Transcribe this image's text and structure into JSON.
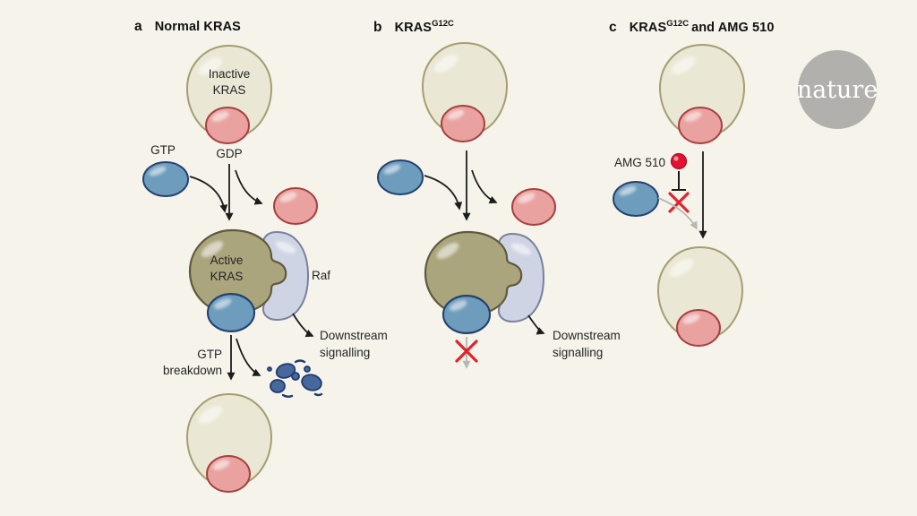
{
  "panels": {
    "a": {
      "letter": "a",
      "title": "Normal KRAS",
      "labels": {
        "inactive1": "Inactive",
        "inactive2": "KRAS",
        "gtp": "GTP",
        "gdp": "GDP",
        "active1": "Active",
        "active2": "KRAS",
        "raf": "Raf",
        "downstream1": "Downstream",
        "downstream2": "signalling",
        "breakdown1": "GTP",
        "breakdown2": "breakdown"
      }
    },
    "b": {
      "letter": "b",
      "title_base": "KRAS",
      "title_sup": "G12C",
      "labels": {
        "downstream1": "Downstream",
        "downstream2": "signalling"
      }
    },
    "c": {
      "letter": "c",
      "title_base": "KRAS",
      "title_sup": "G12C",
      "title_rest": "and AMG 510",
      "labels": {
        "amg": "AMG 510"
      }
    }
  },
  "logo": {
    "text": "nature"
  },
  "palette": {
    "background": "#f5f3ea",
    "membrane_fill": "#eae7d4",
    "membrane_border": "#a49e72",
    "gdp_fill": "#e9a2a0",
    "gdp_border": "#a6403e",
    "gtp_fill": "#6e9cbc",
    "gtp_border": "#24416f",
    "active_fill": "#aaa57c",
    "active_border": "#5e593c",
    "raf_fill": "#cfd4e4",
    "raf_border": "#77819f",
    "arrow_black": "#1c1c1c",
    "arrow_gray": "#b6b6b3",
    "cross_red": "#e2232d",
    "amg_red": "#e41130",
    "fragment_fill": "#46689c",
    "fragment_border": "#1e3a6e",
    "text_dark": "#242424",
    "logo_bg": "#b2b0ac",
    "logo_text": "#ffffff"
  }
}
